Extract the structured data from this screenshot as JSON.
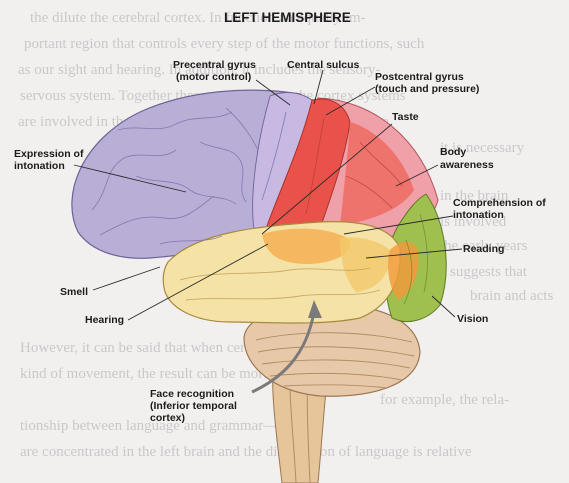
{
  "title": "LEFT HEMISPHERE",
  "labels": {
    "precentral_1": "Precentral gyrus",
    "precentral_2": "(motor control)",
    "central_sulcus": "Central sulcus",
    "postcentral_1": "Postcentral gyrus",
    "postcentral_2": "(touch and pressure)",
    "taste": "Taste",
    "body_1": "Body",
    "body_2": "awareness",
    "expression_1": "Expression of",
    "expression_2": "intonation",
    "comprehension_1": "Comprehension of",
    "comprehension_2": "intonation",
    "reading": "Reading",
    "smell": "Smell",
    "vision": "Vision",
    "hearing": "Hearing",
    "face_1": "Face recognition",
    "face_2": "(Inferior temporal",
    "face_3": "cortex)"
  },
  "colors": {
    "frontal": "#b9aed6",
    "motor": "#c7b9e2",
    "somatosensory": "#e9524a",
    "parietal": "#f0a0a8",
    "temporal": "#f4e2a6",
    "occipital": "#9fbf4f",
    "cerebellum": "#e7c9a9",
    "brainstem": "#e6c59b"
  }
}
